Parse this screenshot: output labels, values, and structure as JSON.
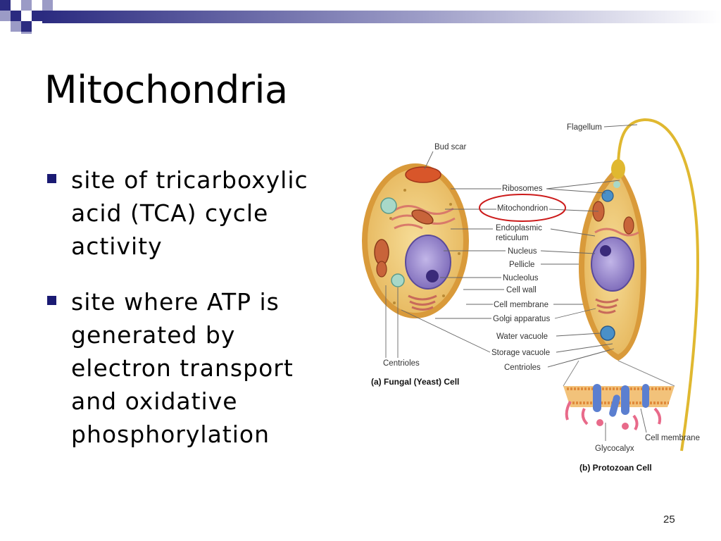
{
  "slide": {
    "title": "Mitochondria",
    "bullets": [
      {
        "text": "site of tricarboxylic acid (TCA) cycle activity"
      },
      {
        "text": "site where ATP is generated by electron transport and oxidative phosphorylation"
      }
    ],
    "page_number": "25"
  },
  "figure": {
    "labels": {
      "bud_scar": "Bud scar",
      "flagellum": "Flagellum",
      "ribosomes": "Ribosomes",
      "mitochondrion": "Mitochondrion",
      "er_line1": "Endoplasmic",
      "er_line2": "reticulum",
      "nucleus": "Nucleus",
      "pellicle": "Pellicle",
      "nucleolus": "Nucleolus",
      "cell_wall": "Cell wall",
      "cell_membrane": "Cell membrane",
      "golgi": "Golgi apparatus",
      "water_vacuole": "Water vacuole",
      "storage_vacuole": "Storage vacuole",
      "centrioles_right": "Centrioles",
      "centrioles_left": "Centrioles",
      "glycocalyx": "Glycocalyx",
      "cell_membrane_2": "Cell membrane"
    },
    "captions": {
      "fungal": "(a) Fungal (Yeast) Cell",
      "protozoan": "(b) Protozoan Cell"
    },
    "highlight_color": "#cc1a1a"
  },
  "theme": {
    "accent": "#1a1a73",
    "header_gradient": [
      "#2b2b80",
      "#ffffff"
    ]
  }
}
